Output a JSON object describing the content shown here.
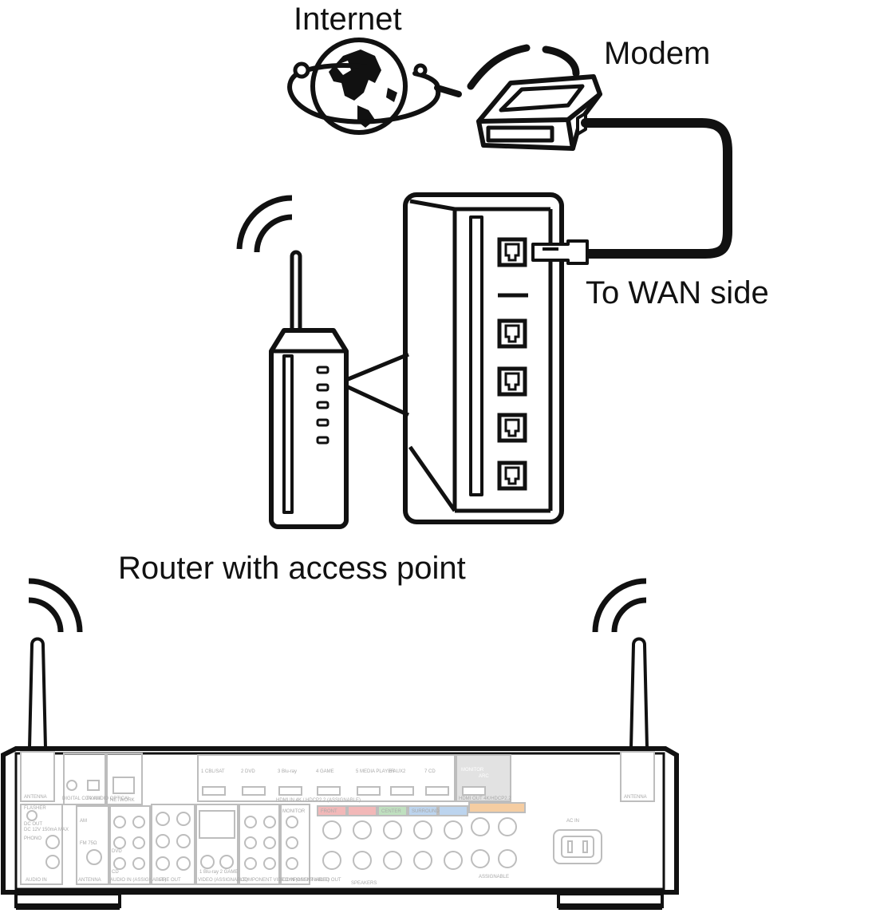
{
  "labels": {
    "internet": "Internet",
    "modem": "Modem",
    "wan": "To WAN side",
    "router": "Router with access point"
  },
  "panel": {
    "hdmi_inputs": [
      "1 CBL/SAT",
      "2 DVD",
      "3 Blu-ray",
      "4 GAME",
      "5 MEDIA PLAYER",
      "6 AUX2",
      "7 CD"
    ],
    "hdmi_in": "HDMI IN  4K / HDCP2.2 (ASSIGNABLE)",
    "monitor": "MONITOR",
    "arc": "ARC",
    "hdmi_out": "HDMI OUT 4K/HDCP2.2",
    "antenna_left": "ANTENNA",
    "antenna_right": "ANTENNA",
    "flasher": "FLASHER",
    "dc_out": "DC OUT",
    "dc_out_spec": "DC 12V 150mA MAX",
    "network": "NETWORK",
    "digital_coax": "DIGITAL COAXIAL",
    "tv_audio": "TV AUDIO OPTICAL",
    "antenna_section": "ANTENNA",
    "am": "AM",
    "fm": "FM 75Ω",
    "phono": "PHONO",
    "audio_in": "AUDIO IN",
    "audio_in_assign": "AUDIO IN (ASSIGNABLE)",
    "cd": "CD",
    "dvd": "DVD",
    "pre_out": "PRE OUT",
    "video_assign": "VIDEO (ASSIGNABLE)",
    "bluray_game": "1 Blu-ray  2 GAME",
    "component_in": "COMPONENT VIDEO IN (ASSIGNABLE)",
    "component_out": "COMPONENT VIDEO OUT",
    "speakers": "SPEAKERS",
    "front": "FRONT",
    "center": "CENTER",
    "surround": "SURROUND",
    "assignable": "ASSIGNABLE",
    "ac_in": "AC IN"
  },
  "colors": {
    "ink": "#111111",
    "panel_gray": "#bdbdbd",
    "panel_fill": "#f2f2f2",
    "front_red": "#f2b8b8",
    "center_green": "#bfe0bf",
    "surround_blue": "#bcd4ee",
    "assign_orange": "#f5cda2"
  },
  "icons": [
    "globe-icon",
    "modem-icon",
    "router-icon",
    "wifi-waves-icon",
    "ethernet-plug-icon",
    "ethernet-port-icon",
    "antenna-icon",
    "ac-inlet-icon"
  ]
}
